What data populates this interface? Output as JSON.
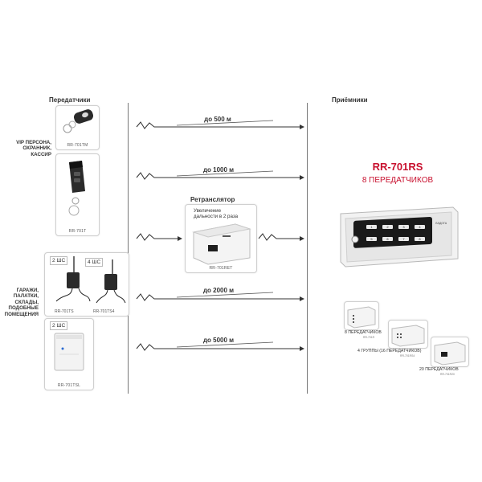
{
  "headers": {
    "transmitters": "Передатчики",
    "receivers": "Приёмники",
    "repeater": "Ретранслятор"
  },
  "side_labels": {
    "vip": [
      "VIP ПЕРСОНА,",
      "ОХРАННИК,",
      "КАССИР"
    ],
    "garage": [
      "ГАРАЖИ,",
      "ПАЛАТКИ,",
      "СКЛАДЫ,",
      "ПОДОБНЫЕ",
      "ПОМЕЩЕНИЯ"
    ]
  },
  "devices": {
    "rr701tm": "RR-701TM",
    "rr701t": "RR-701T",
    "rr701ts": "RR-701TS",
    "rr701ts4": "RR-701TS4",
    "rr701tsl": "RR-701TSL",
    "rr701ret": "RR-701RET",
    "ws2_a": "2 ШС",
    "ws4": "4 ШС",
    "ws2_b": "2 ШС"
  },
  "ranges": {
    "r500": "до 500 м",
    "r1000": "до 1000 м",
    "r2000": "до 2000 м",
    "r5000": "до 5000 м"
  },
  "repeater_note": [
    "Увеличение",
    "дальности в 2 раза"
  ],
  "main_receiver": {
    "model": "RR-701RS",
    "subtitle": "8 ПЕРЕДАТЧИКОВ",
    "brand": "ЛАДОГА",
    "buttons": [
      "1",
      "2",
      "3",
      "4",
      "5",
      "6",
      "7",
      "8"
    ]
  },
  "receivers": [
    {
      "caption": "8 ПЕРЕДАТЧИКОВ",
      "model": "RR-701R"
    },
    {
      "caption": "4 ГРУППЫ (16 ПЕРЕДАТЧИКОВ)",
      "model": "RR-701RS4"
    },
    {
      "caption": "20 ПЕРЕДАТЧИКОВ",
      "model": "RR-701R20"
    }
  ],
  "colors": {
    "accent_red": "#c8102e",
    "line": "#777777"
  }
}
